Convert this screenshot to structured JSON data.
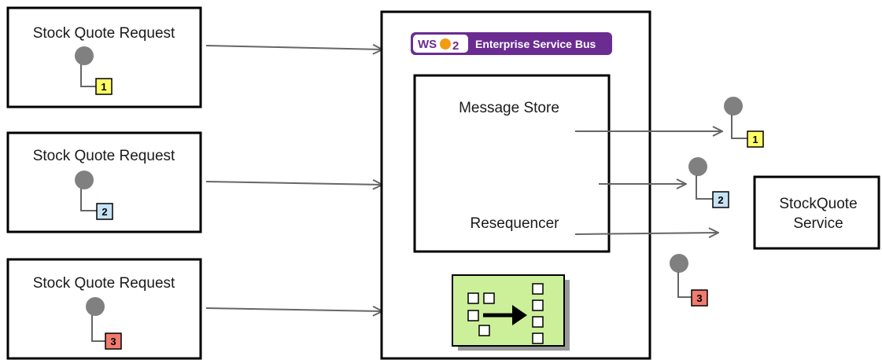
{
  "requests": [
    {
      "label": "Stock Quote Request",
      "number": "1",
      "color": "#ffff66"
    },
    {
      "label": "Stock Quote Request",
      "number": "2",
      "color": "#c6e2f5"
    },
    {
      "label": "Stock Quote Request",
      "number": "3",
      "color": "#f07b6e"
    }
  ],
  "esb": {
    "brand_ws": "WS",
    "brand_o": "O",
    "brand_sub": "2",
    "brand_text": "Enterprise Service Bus",
    "brand_color": "#6a2c91",
    "inner_top_label": "Message Store",
    "inner_bottom_label": "Resequencer",
    "pattern_icon": "resequencer-pattern-icon",
    "pattern_color": "#ccf099"
  },
  "outgoing": [
    {
      "number": "1",
      "color": "#ffff66"
    },
    {
      "number": "2",
      "color": "#c6e2f5"
    },
    {
      "number": "3",
      "color": "#f07b6e"
    }
  ],
  "service": {
    "line1": "StockQuote",
    "line2": "Service"
  },
  "colors": {
    "message_dot": "#808080",
    "arrow": "#666666",
    "box_border": "#000000"
  }
}
